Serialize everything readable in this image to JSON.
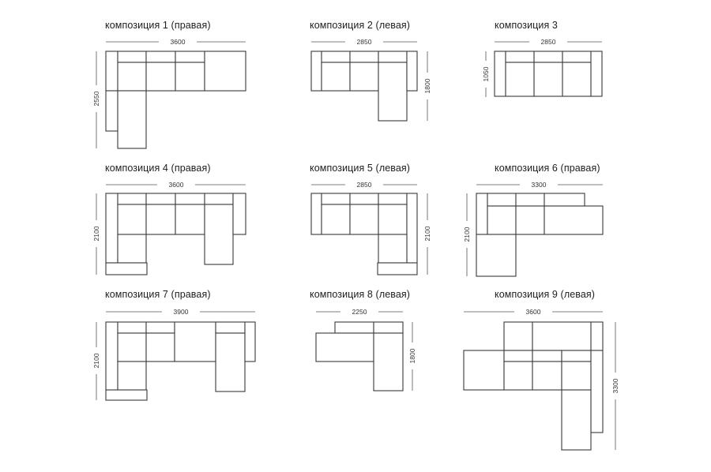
{
  "compositions": [
    {
      "id": 1,
      "title": "композиция 1 (правая)",
      "width_label": "3600",
      "height_label": "2550"
    },
    {
      "id": 2,
      "title": "композиция 2 (левая)",
      "width_label": "2850",
      "height_label": "1800"
    },
    {
      "id": 3,
      "title": "композиция 3",
      "width_label": "2850",
      "height_label": "1050"
    },
    {
      "id": 4,
      "title": "композиция 4 (правая)",
      "width_label": "3600",
      "height_label": "2100"
    },
    {
      "id": 5,
      "title": "композиция 5 (левая)",
      "width_label": "2850",
      "height_label": "2100"
    },
    {
      "id": 6,
      "title": "композиция 6 (правая)",
      "width_label": "3300",
      "height_label": "2100"
    },
    {
      "id": 7,
      "title": "композиция 7 (правая)",
      "width_label": "3900",
      "height_label": "2100"
    },
    {
      "id": 8,
      "title": "композиция 8 (левая)",
      "width_label": "2250",
      "height_label": "1800"
    },
    {
      "id": 9,
      "title": "композиция 9 (левая)",
      "width_label": "3600",
      "height_label": "3300"
    }
  ],
  "colors": {
    "line": "#3a3a3a",
    "text": "#1e1e1e",
    "background": "#ffffff"
  }
}
